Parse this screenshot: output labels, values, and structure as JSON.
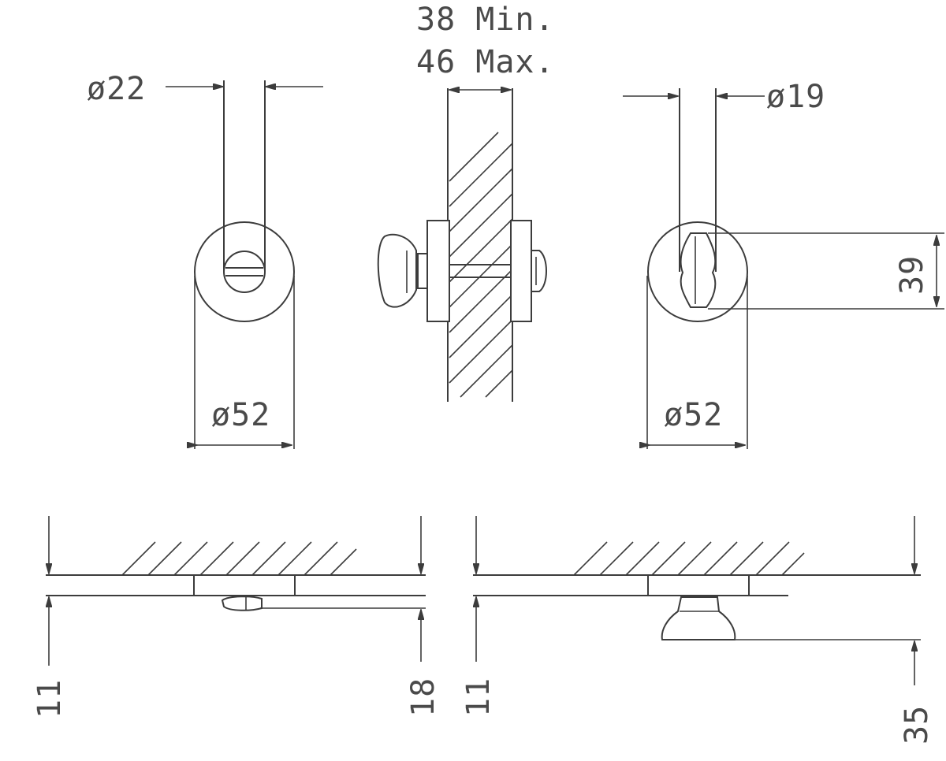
{
  "dimensions": {
    "top_left_diameter": "ø22",
    "top_right_diameter": "ø19",
    "wall_min": "38 Min.",
    "wall_max": "46 Max.",
    "left_rosette_diameter": "ø52",
    "right_rosette_diameter": "ø52",
    "right_height": "39",
    "bottom_left_rosette": "11",
    "bottom_left_depth": "18",
    "bottom_right_rosette": "11",
    "bottom_right_depth": "35"
  },
  "colors": {
    "line": "#3c3c3c",
    "text": "#4a4a4a",
    "background": "#ffffff"
  }
}
